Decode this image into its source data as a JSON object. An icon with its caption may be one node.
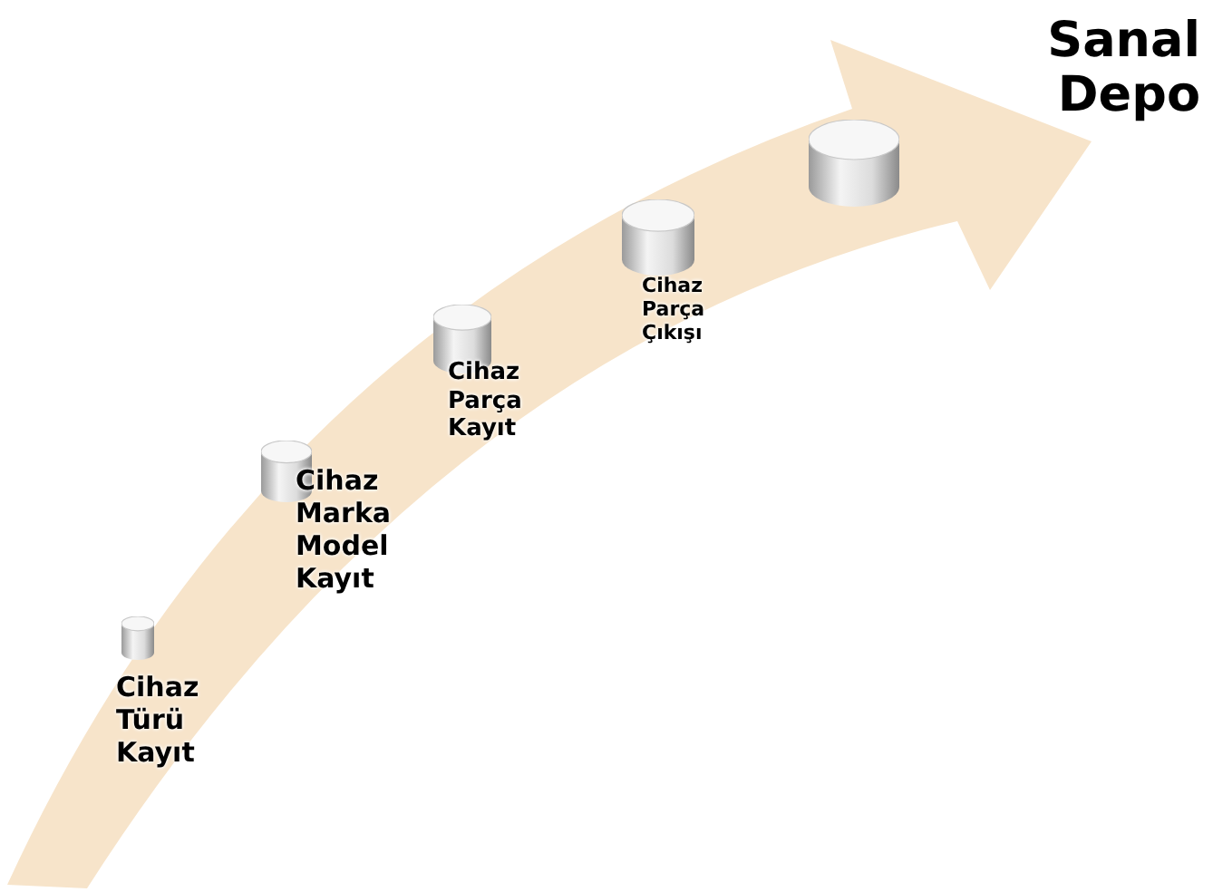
{
  "diagram": {
    "nodes": [
      {
        "text": [
          "Cihaz Türü Kayıt"
        ]
      },
      {
        "text": [
          "Cihaz Marka Model Kayıt"
        ]
      },
      {
        "text": [
          "Cihaz Parça Kayıt"
        ]
      },
      {
        "text": [
          "Cihaz Parça Çıkışı"
        ]
      },
      {
        "text": [],
        "shape": "cylinder"
      }
    ],
    "labels": [
      "Sanal Depo"
    ]
  }
}
